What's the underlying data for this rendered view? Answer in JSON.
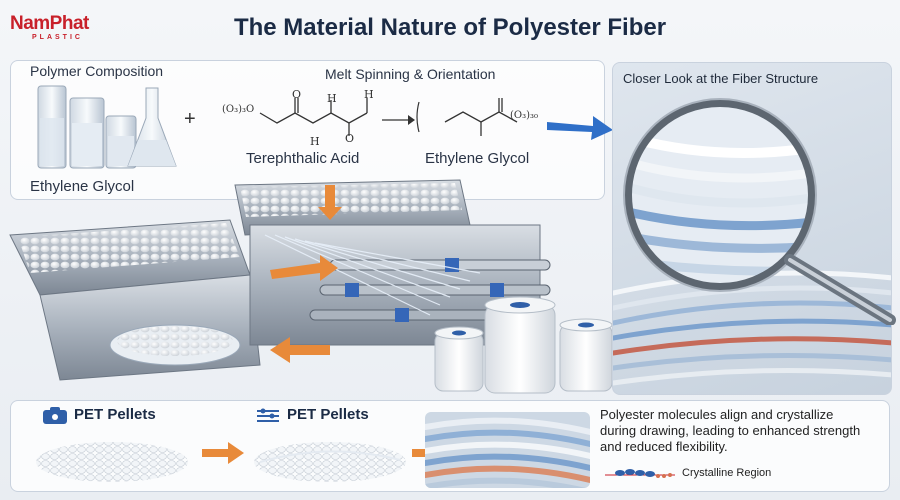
{
  "logo": {
    "name": "NamPhat",
    "sub": "PLASTIC"
  },
  "title": "The Material Nature of Polyester Fiber",
  "sections": {
    "polymer": "Polymer Composition",
    "melt": "Melt Spinning & Orientation",
    "closer": "Closer Look at the Fiber Structure"
  },
  "chemistry": {
    "plus": "+",
    "ethylene_glycol_left": "Ethylene Glycol",
    "terephthalic": "Terephthalic Acid",
    "ethylene_glycol_right": "Ethylene Glycol",
    "formula_left": "(O₃)₃O",
    "formula_right": "(O₃)₃₀",
    "atom_o": "O",
    "atom_h": "H"
  },
  "bottom": {
    "pellets_1": "PET Pellets",
    "pellets_2": "PET Pellets",
    "description": "Polyester molecules align and crystallize during drawing, leading to enhanced strength and reduced flexibility.",
    "legend": "Crystalline Region"
  },
  "colors": {
    "brand_red": "#c8202a",
    "title_navy": "#1b2b45",
    "arrow_orange": "#e88a3a",
    "arrow_blue": "#2f6fc8",
    "fiber_blue": "#7ea3cf"
  }
}
